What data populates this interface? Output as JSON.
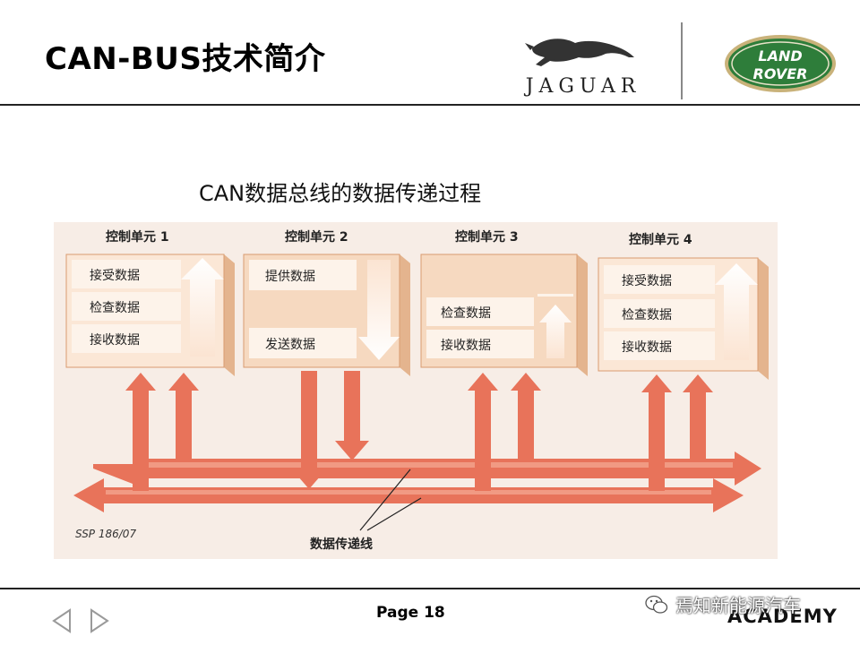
{
  "slide": {
    "title": "CAN-BUS技术简介",
    "subtitle": "CAN数据总线的数据传递过程",
    "page_label": "Page 18",
    "academy": "ACADEMY",
    "watermark": "焉知新能源汽车"
  },
  "logos": {
    "jaguar_text": "JAGUAR",
    "landrover_line1": "LAND",
    "landrover_line2": "ROVER"
  },
  "diagram": {
    "units": [
      {
        "title": "控制单元 1",
        "rows": [
          "接受数据",
          "检查数据",
          "接收数据"
        ]
      },
      {
        "title": "控制单元 2",
        "rows": [
          "提供数据",
          "发送数据"
        ]
      },
      {
        "title": "控制单元 3",
        "rows": [
          "检查数据",
          "接收数据"
        ]
      },
      {
        "title": "控制单元 4",
        "rows": [
          "接受数据",
          "检查数据",
          "接收数据"
        ]
      }
    ],
    "code": "SSP 186/07",
    "bus_label": "数据传递线"
  },
  "colors": {
    "box_face": "#fbe7d6",
    "box_side": "#e4b48e",
    "row_fill": "#fdf3ea",
    "arrow": "#e8735a",
    "arrow_dark": "#c9533d",
    "landrover_green": "#2e7d3a"
  },
  "icons": [
    "jaguar-leaper-icon",
    "landrover-oval-icon",
    "prev-slide-icon",
    "next-slide-icon",
    "wechat-icon"
  ]
}
